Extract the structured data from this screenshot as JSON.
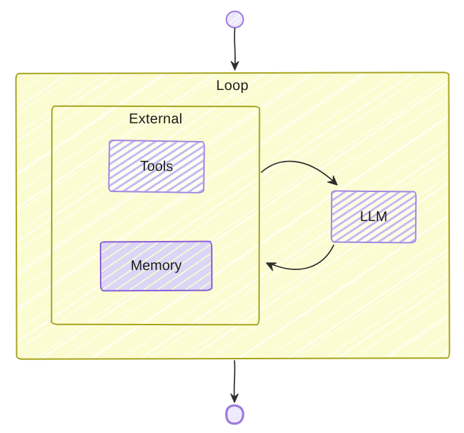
{
  "diagram": {
    "type": "flowchart",
    "direction": "top-to-bottom",
    "subgraphs": {
      "loop": {
        "label": "Loop"
      },
      "external": {
        "label": "External"
      }
    },
    "nodes": {
      "start": {
        "label": "",
        "shape": "circle"
      },
      "tools": {
        "label": "Tools",
        "shape": "rectangle"
      },
      "memory": {
        "label": "Memory",
        "shape": "rectangle"
      },
      "llm": {
        "label": "LLM",
        "shape": "rectangle"
      },
      "end": {
        "label": "",
        "shape": "circle"
      }
    },
    "edges": [
      {
        "from": "start",
        "to": "Loop"
      },
      {
        "from": "External",
        "to": "LLM",
        "style": "curved"
      },
      {
        "from": "LLM",
        "to": "External",
        "style": "curved"
      },
      {
        "from": "Loop",
        "to": "end"
      }
    ],
    "colors": {
      "background": "#ffffff",
      "subgraph_border": "#a5a51f",
      "subgraph_fill": "#fcfcd3",
      "node_border": "#a286e2",
      "memory_border": "#8b5fd6",
      "node_fill_lavender": "#dbd5f8",
      "circle_fill": "#ece8fb",
      "circle_border": "#9c7ade",
      "edge": "#2d2d2d",
      "label_text": "#1c1c1c"
    }
  }
}
